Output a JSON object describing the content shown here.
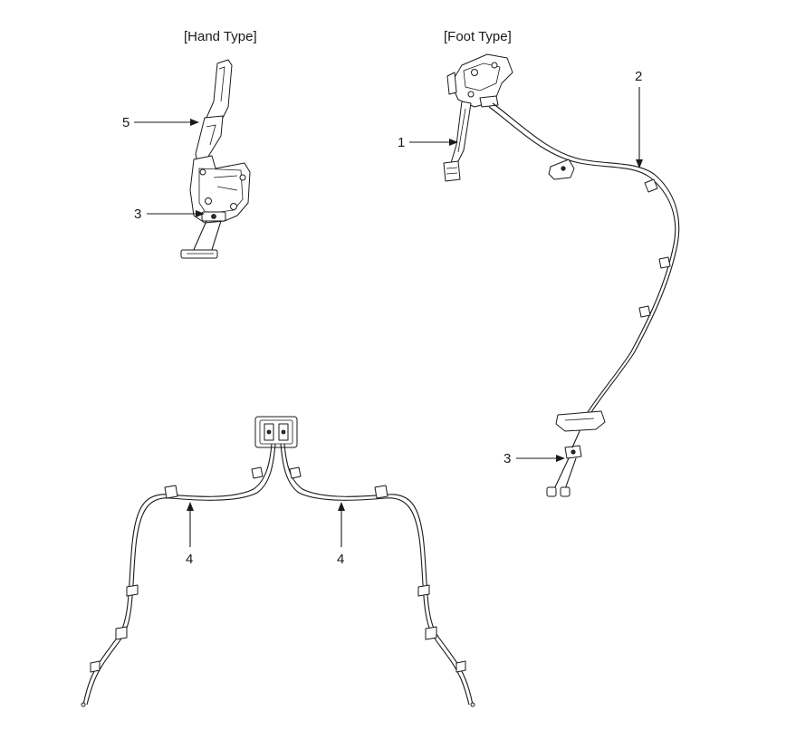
{
  "captions": {
    "hand_type": "[Hand Type]",
    "foot_type": "[Foot Type]"
  },
  "callouts": {
    "hand_lever": "5",
    "hand_equalizer": "3",
    "foot_pedal": "1",
    "front_cable": "2",
    "foot_equalizer": "3",
    "rear_cable_left": "4",
    "rear_cable_right": "4"
  },
  "colors": {
    "ink": "#1a1a1a",
    "background": "#ffffff"
  }
}
